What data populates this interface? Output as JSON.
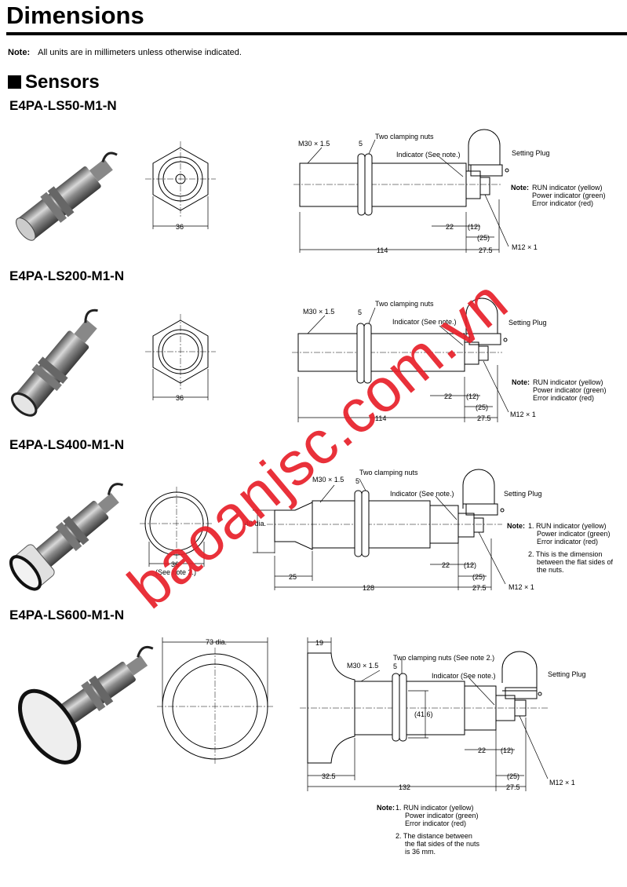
{
  "header": {
    "title": "Dimensions",
    "note_label": "Note:",
    "note_text": "All units are in millimeters unless otherwise indicated.",
    "section": "Sensors"
  },
  "models": [
    {
      "name": "E4PA-LS50-M1-N",
      "labels": {
        "thread": "M30 × 1.5",
        "nut_width": "5",
        "nuts": "Two clamping nuts",
        "indicator": "Indicator (See note.)",
        "plug": "Setting Plug",
        "hex": "36",
        "d22": "22",
        "d12": "(12)",
        "d25": "(25)",
        "length": "114",
        "d275": "27.5",
        "m12": "M12 × 1"
      },
      "note_label": "Note:",
      "notes": [
        "RUN indicator (yellow)",
        "Power indicator (green)",
        "Error indicator (red)"
      ]
    },
    {
      "name": "E4PA-LS200-M1-N",
      "labels": {
        "thread": "M30 × 1.5",
        "nut_width": "5",
        "nuts": "Two clamping nuts",
        "indicator": "Indicator (See note.)",
        "plug": "Setting Plug",
        "hex": "36",
        "d22": "22",
        "d12": "(12)",
        "d25": "(25)",
        "length": "114",
        "d275": "27.5",
        "m12": "M12 × 1"
      },
      "note_label": "Note:",
      "notes": [
        "RUN indicator (yellow)",
        "Power indicator (green)",
        "Error indicator (red)"
      ]
    },
    {
      "name": "E4PA-LS400-M1-N",
      "labels": {
        "thread": "M30 × 1.5",
        "nut_width": "5",
        "nuts": "Two clamping nuts",
        "indicator": "Indicator (See note.)",
        "plug": "Setting Plug",
        "dia": "40 dia.",
        "hex": "36",
        "hex_note": "(See note 2.)",
        "d25": "25",
        "d22": "22",
        "d12": "(12)",
        "dp25": "(25)",
        "length": "128",
        "d275": "27.5",
        "m12": "M12 × 1"
      },
      "note_label": "Note:",
      "notes": [
        "1. RUN indicator (yellow)",
        "Power indicator (green)",
        "Error indicator (red)",
        "2. This is the dimension",
        "between the flat sides of",
        "the nuts."
      ]
    },
    {
      "name": "E4PA-LS600-M1-N",
      "labels": {
        "dia": "73 dia.",
        "d19": "19",
        "thread": "M30 × 1.5",
        "nut_width": "5",
        "nuts": "Two clamping nuts (See note 2.)",
        "indicator": "Indicator (See note.)",
        "plug": "Setting Plug",
        "d416": "(41.6)",
        "d22": "22",
        "d12": "(12)",
        "d325": "32.5",
        "length": "132",
        "dp25": "(25)",
        "d275": "27.5",
        "m12": "M12 × 1"
      },
      "note_label": "Note:",
      "notes": [
        "1. RUN indicator (yellow)",
        "Power indicator (green)",
        "Error indicator (red)",
        "2. The distance between",
        "the flat sides of the nuts",
        "is 36 mm."
      ]
    }
  ],
  "watermark": "baoanjsc.com.vn",
  "colors": {
    "watermark": "#e8202a",
    "text": "#000000",
    "photo_metal": "#9a9a9a"
  }
}
